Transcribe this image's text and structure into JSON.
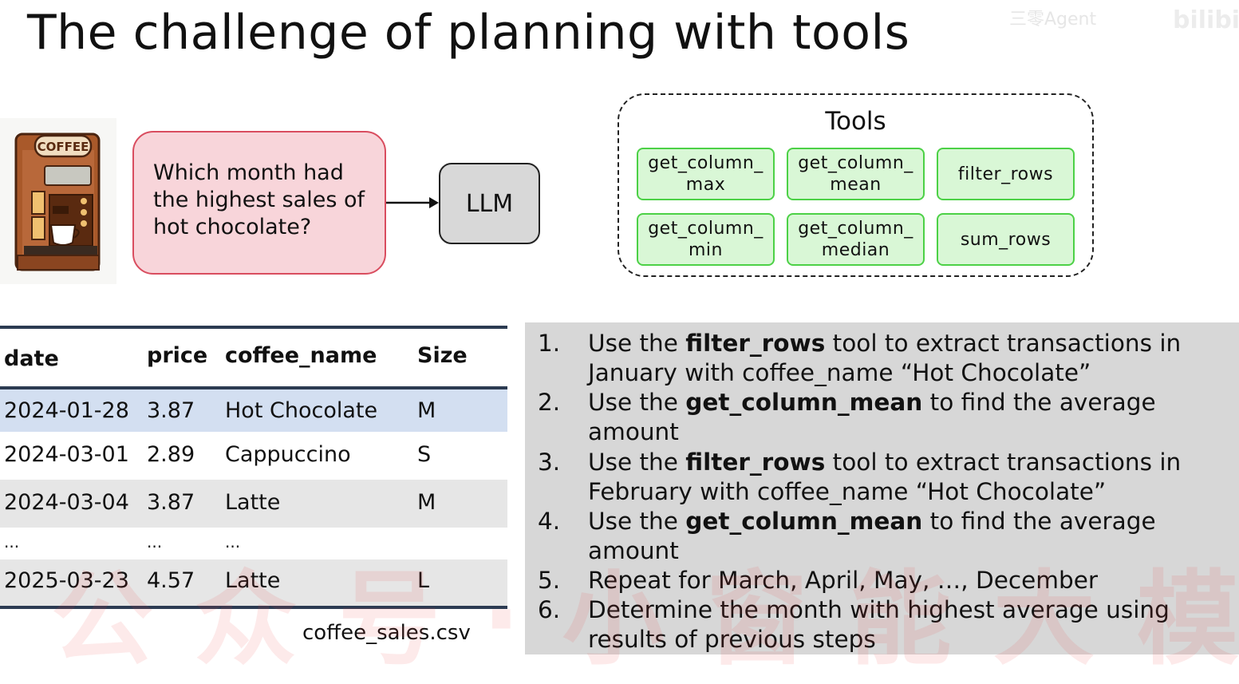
{
  "title": "The challenge of planning with tools",
  "watermark_top": "三零Agent",
  "watermark_brand": "bilibili",
  "watermark_main": "公众号·小窗能大模型",
  "coffee_machine": {
    "label": "COFFEE",
    "icon": "coffee-machine-icon"
  },
  "question": {
    "lines": [
      "Which month had",
      "the highest sales of",
      "hot chocolate?"
    ]
  },
  "llm_label": "LLM",
  "tools": {
    "title": "Tools",
    "items": [
      [
        "get_column_",
        "max"
      ],
      [
        "get_column_",
        "mean"
      ],
      [
        "filter_rows"
      ],
      [
        "get_column_",
        "min"
      ],
      [
        "get_column_",
        "median"
      ],
      [
        "sum_rows"
      ]
    ]
  },
  "table": {
    "headers": [
      "date",
      "price",
      "coffee_name",
      "Size"
    ],
    "rows": [
      [
        "2024-01-28",
        "3.87",
        "Hot Chocolate",
        "M"
      ],
      [
        "2024-03-01",
        "2.89",
        "Cappuccino",
        "S"
      ],
      [
        "2024-03-04",
        "3.87",
        "Latte",
        "M"
      ],
      [
        "...",
        "...",
        "...",
        ""
      ],
      [
        "2025-03-23",
        "4.57",
        "Latte",
        "L"
      ]
    ],
    "caption": "coffee_sales.csv"
  },
  "steps": [
    {
      "num": "1.",
      "pre": "Use the ",
      "bold": "filter_rows",
      "post": " tool to extract transactions in January with coffee_name “Hot Chocolate”"
    },
    {
      "num": "2.",
      "pre": "Use the ",
      "bold": "get_column_mean",
      "post": " to find the average amount"
    },
    {
      "num": "3.",
      "pre": "Use the ",
      "bold": "filter_rows",
      "post": " tool to extract transactions in February with coffee_name “Hot Chocolate”"
    },
    {
      "num": "4.",
      "pre": "Use the ",
      "bold": "get_column_mean",
      "post": " to find the average amount"
    },
    {
      "num": "5.",
      "pre": "Repeat for March, April, May, …, December",
      "bold": "",
      "post": ""
    },
    {
      "num": "6.",
      "pre": "Determine the month with highest average using results of previous steps",
      "bold": "",
      "post": ""
    }
  ],
  "colors": {
    "question_fill": "#f8d5da",
    "question_border": "#d94d5f",
    "llm_fill": "#d8d8d8",
    "tool_fill": "#d9f7d6",
    "tool_border": "#4cd146",
    "table_highlight": "#d3dff1",
    "table_stripe": "#e6e6e6",
    "steps_bg": "#d7d7d7"
  }
}
